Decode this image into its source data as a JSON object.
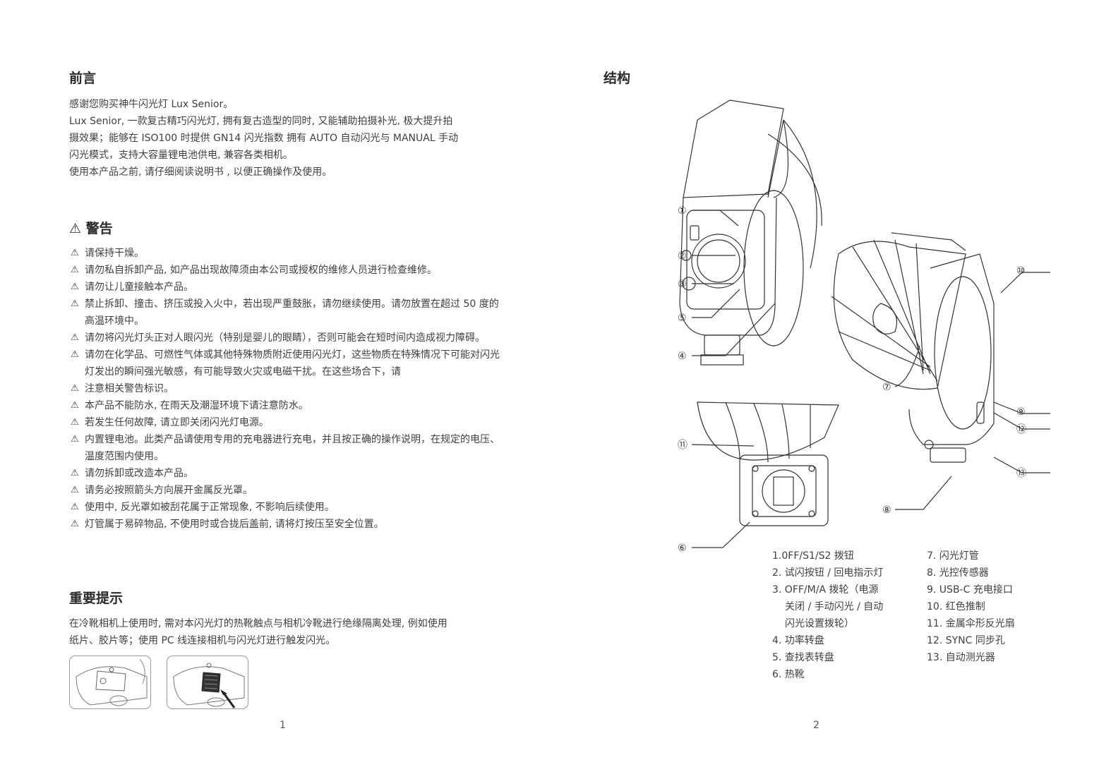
{
  "left_page": {
    "preface": {
      "title": "前言",
      "lines": [
        "感谢您购买神牛闪光灯 Lux Senior。",
        "Lux Senior, 一款复古精巧闪光灯, 拥有复古造型的同时, 又能辅助拍摄补光, 极大提升拍",
        "摄效果；能够在 ISO100 时提供 GN14 闪光指数 拥有 AUTO 自动闪光与 MANUAL 手动",
        "闪光模式，支持大容量锂电池供电, 兼容各类相机。",
        "使用本产品之前, 请仔细阅读说明书 , 以便正确操作及使用。"
      ]
    },
    "warning": {
      "title": "警告",
      "items": [
        "请保持干燥。",
        "请勿私自拆卸产品, 如产品出现故障须由本公司或授权的维修人员进行检查维修。",
        "请勿让儿童接触本产品。",
        "禁止拆卸、撞击、挤压或投入火中，若出现严重鼓胀，请勿继续使用。请勿放置在超过 50 度的高温环境中。",
        "请勿将闪光灯头正对人眼闪光（特别是婴儿的眼睛），否则可能会在短时间内造成视力障碍。",
        "请勿在化学品、可燃性气体或其他特殊物质附近使用闪光灯，这些物质在特殊情况下可能对闪光灯发出的瞬间强光敏感，有可能导致火灾或电磁干扰。在这些场合下，请",
        "注意相关警告标识。",
        "本产品不能防水, 在雨天及潮湿环境下请注意防水。",
        "若发生任何故障, 请立即关闭闪光灯电源。",
        "内置锂电池。此类产品请使用专用的充电器进行充电，并且按正确的操作说明，在规定的电压、温度范围内使用。",
        "请勿拆卸或改造本产品。",
        "请务必按照箭头方向展开金属反光罩。",
        "使用中, 反光罩如被刮花属于正常现象, 不影响后续使用。",
        "灯管属于易碎物品, 不使用时或合拢后盖前, 请将灯按压至安全位置。"
      ]
    },
    "tips": {
      "title": "重要提示",
      "lines": [
        "在冷靴相机上使用时, 需对本闪光灯的热靴触点与相机冷靴进行绝缘隔离处理, 例如使用",
        "纸片、胶片等；使用 PC 线连接相机与闪光灯进行触发闪光。"
      ]
    },
    "page_number": "1"
  },
  "right_page": {
    "structure": {
      "title": "结构",
      "callouts": [
        "①",
        "②",
        "③",
        "⑤",
        "④",
        "⑪",
        "⑥",
        "⑦",
        "⑧",
        "⑩",
        "⑨",
        "⑫",
        "⑬"
      ],
      "legend_left": [
        "1.0FF/S1/S2 拨钮",
        "2. 试闪按钮 / 回电指示灯",
        "3. OFF/M/A 拨轮（电源",
        "关闭 / 手动闪光 / 自动",
        "闪光设置拨轮）",
        "4. 功率转盘",
        "5. 查找表转盘",
        "6. 热靴"
      ],
      "legend_right": [
        "7. 闪光灯管",
        "8. 光控传感器",
        "9. USB-C 充电接口",
        "10. 红色推制",
        "11. 金属伞形反光扇",
        "12. SYNC 同步孔",
        "13. 自动测光器"
      ]
    },
    "page_number": "2"
  }
}
